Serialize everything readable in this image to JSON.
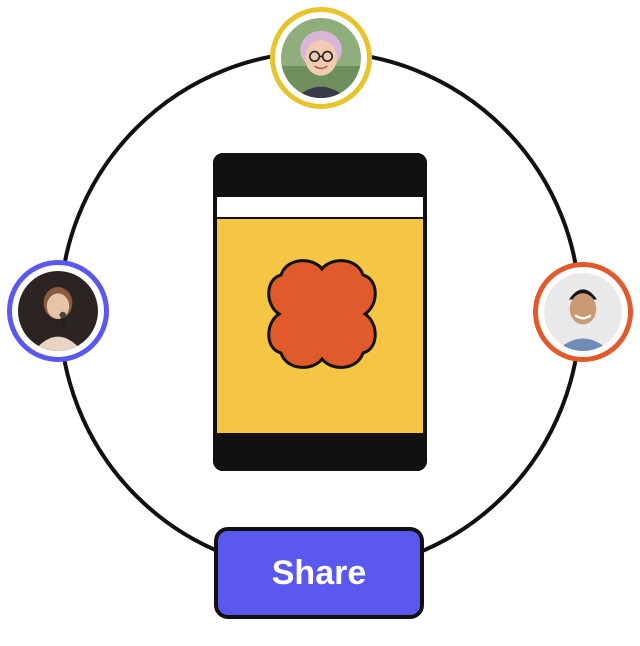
{
  "share_button": {
    "label": "Share"
  },
  "colors": {
    "ring": "#111111",
    "avatar_top_border": "#e7c42c",
    "avatar_left_border": "#5b58f0",
    "avatar_right_border": "#e05a2b",
    "phone_body": "#111111",
    "phone_screen": "#f5c544",
    "flower": "#e05a2b",
    "button": "#5b58f0"
  },
  "avatars": [
    {
      "position": "top",
      "icon": "person-glasses-pink-hair-photo"
    },
    {
      "position": "left",
      "icon": "person-with-microphone-photo"
    },
    {
      "position": "right",
      "icon": "person-smiling-photo"
    }
  ],
  "phone": {
    "icon": "flower-logo-icon"
  }
}
